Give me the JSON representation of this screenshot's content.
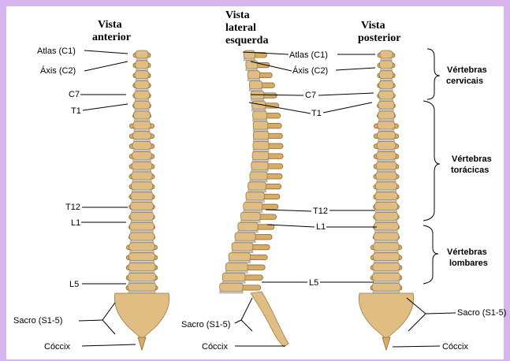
{
  "headers": {
    "anterior": [
      "Vista",
      "anterior"
    ],
    "lateral": [
      "Vista",
      "lateral",
      "esquerda"
    ],
    "posterior": [
      "Vista",
      "posterior"
    ]
  },
  "labels": {
    "atlas": "Atlas (C1)",
    "axis": "Áxis (C2)",
    "c7": "C7",
    "t1": "T1",
    "t12": "T12",
    "l1": "L1",
    "l5": "L5",
    "sacro": "Sacro (S1-5)",
    "coccix": "Cóccix"
  },
  "groups": {
    "cervical": [
      "Vértebras",
      "cervicais"
    ],
    "toracica": [
      "Vértebras",
      "torácicas"
    ],
    "lombar": [
      "Vértebras",
      "lombares"
    ]
  },
  "colors": {
    "frame": "#d8b4f0",
    "background": "#ffffff",
    "bone": "#e0bd82",
    "disc": "#c9c9c9"
  }
}
